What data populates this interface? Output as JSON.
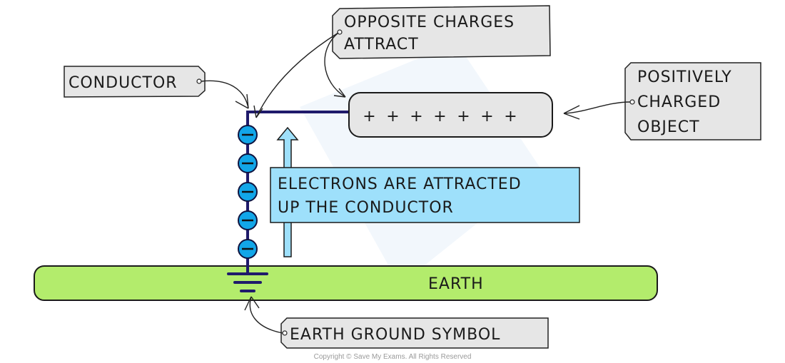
{
  "diagram": {
    "title": "Earthing a conductor near a positively charged object",
    "labels": {
      "opposite_charges_line1": "OPPOSITE CHARGES",
      "opposite_charges_line2": "ATTRACT",
      "conductor": "CONDUCTOR",
      "positive_object_line1": "POSITIVELY",
      "positive_object_line2": "CHARGED",
      "positive_object_line3": "OBJECT",
      "electrons_line1": "ELECTRONS ARE ATTRACTED",
      "electrons_line2": "UP THE CONDUCTOR",
      "earth": "EARTH",
      "ground_symbol": "EARTH GROUND SYMBOL"
    },
    "positive_charges": [
      "+",
      "+",
      "+",
      "+",
      "+",
      "+",
      "+"
    ],
    "electrons": [
      "−",
      "−",
      "−",
      "−",
      "−"
    ],
    "copyright": "Copyright © Save My Exams. All Rights Reserved",
    "colors": {
      "earth_fill": "#b3ec6c",
      "electron_fill": "#12a6e8",
      "info_box_fill": "#9ee0fb",
      "conductor_wire": "#1f1a6b",
      "tag_fill": "#e6e6e6"
    }
  }
}
